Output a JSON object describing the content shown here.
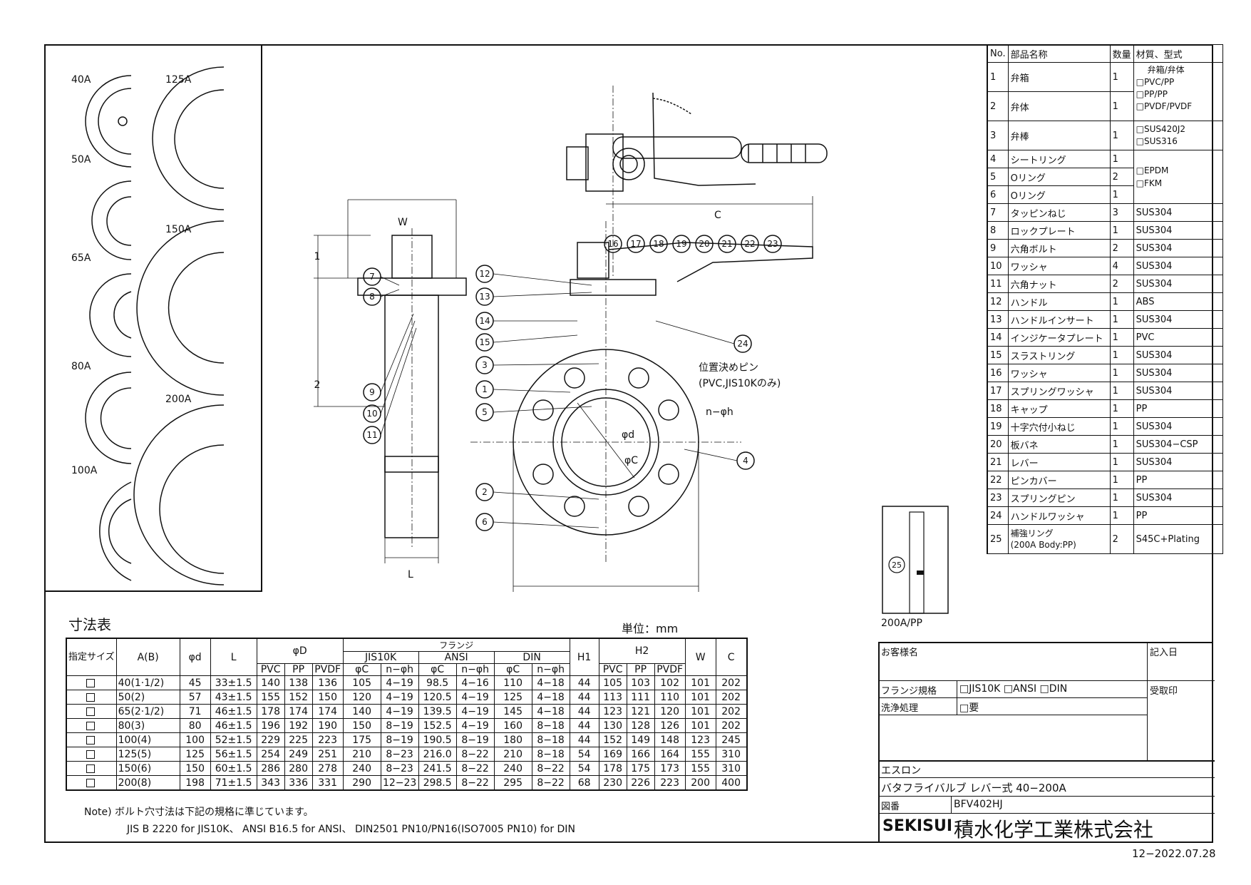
{
  "sizes_panel": [
    "40A",
    "50A",
    "65A",
    "80A",
    "100A",
    "125A",
    "150A",
    "200A"
  ],
  "main_labels": {
    "w": "W",
    "c": "C",
    "h1": "H1",
    "h2": "H2",
    "l": "L",
    "phi_d_big": "φD",
    "phi_d": "φd",
    "phi_c": "φC",
    "n_h": "n−φh",
    "pin_note": "位置決めピン",
    "pin_note2": "(PVC,JIS10Kのみ)",
    "detail_caption": "200A/PP"
  },
  "balloons": [
    "1",
    "2",
    "3",
    "4",
    "5",
    "6",
    "7",
    "8",
    "9",
    "10",
    "11",
    "12",
    "13",
    "14",
    "15",
    "16",
    "17",
    "18",
    "19",
    "20",
    "21",
    "22",
    "23",
    "24",
    "25"
  ],
  "parts_table": {
    "headers": [
      "No.",
      "部品名称",
      "数量",
      "材質、型式"
    ],
    "rows": [
      [
        "1",
        "弁箱",
        "1",
        ""
      ],
      [
        "2",
        "弁体",
        "1",
        ""
      ],
      [
        "3",
        "弁棒",
        "1",
        ""
      ],
      [
        "4",
        "シートリング",
        "1",
        ""
      ],
      [
        "5",
        "Oリング",
        "2",
        ""
      ],
      [
        "6",
        "Oリング",
        "1",
        ""
      ],
      [
        "7",
        "タッピンねじ",
        "3",
        "SUS304"
      ],
      [
        "8",
        "ロックプレート",
        "1",
        "SUS304"
      ],
      [
        "9",
        "六角ボルト",
        "2",
        "SUS304"
      ],
      [
        "10",
        "ワッシャ",
        "4",
        "SUS304"
      ],
      [
        "11",
        "六角ナット",
        "2",
        "SUS304"
      ],
      [
        "12",
        "ハンドル",
        "1",
        "ABS"
      ],
      [
        "13",
        "ハンドルインサート",
        "1",
        "SUS304"
      ],
      [
        "14",
        "インジケータプレート",
        "1",
        "PVC"
      ],
      [
        "15",
        "スラストリング",
        "1",
        "SUS304"
      ],
      [
        "16",
        "ワッシャ",
        "1",
        "SUS304"
      ],
      [
        "17",
        "スプリングワッシャ",
        "1",
        "SUS304"
      ],
      [
        "18",
        "キャップ",
        "1",
        "PP"
      ],
      [
        "19",
        "十字穴付小ねじ",
        "1",
        "SUS304"
      ],
      [
        "20",
        "板バネ",
        "1",
        "SUS304−CSP"
      ],
      [
        "21",
        "レバー",
        "1",
        "SUS304"
      ],
      [
        "22",
        "ピンカバー",
        "1",
        "PP"
      ],
      [
        "23",
        "スプリングピン",
        "1",
        "SUS304"
      ],
      [
        "24",
        "ハンドルワッシャ",
        "1",
        "PP"
      ],
      [
        "25",
        "補強リング",
        "2",
        "S45C+Plating"
      ]
    ],
    "row25_sub": "(200A Body:PP)",
    "mat_body_head": "弁箱/弁体",
    "mat_body": [
      "□PVC/PP",
      "□PP/PP",
      "□PVDF/PVDF"
    ],
    "mat_stem": [
      "□SUS420J2",
      "□SUS316"
    ],
    "mat_seal": [
      "□EPDM",
      "□FKM"
    ]
  },
  "dim_table": {
    "title": "寸法表",
    "unit": "単位：mm",
    "head_size": "指定サイズ",
    "head_a": "A(B)",
    "head_d": "φd",
    "head_l": "L",
    "head_D": "φD",
    "head_flange": "フランジ",
    "head_jis": "JIS10K",
    "head_ansi": "ANSI",
    "head_din": "DIN",
    "head_h1": "H1",
    "head_h2": "H2",
    "head_w": "W",
    "head_c": "C",
    "sub_mat": [
      "PVC",
      "PP",
      "PVDF"
    ],
    "sub_fl": [
      "φC",
      "n−φh"
    ],
    "rows": [
      [
        "40(1·1/2)",
        "45",
        "33±1.5",
        "140",
        "138",
        "136",
        "105",
        "4−19",
        "98.5",
        "4−16",
        "110",
        "4−18",
        "44",
        "105",
        "103",
        "102",
        "101",
        "202"
      ],
      [
        "50(2)",
        "57",
        "43±1.5",
        "155",
        "152",
        "150",
        "120",
        "4−19",
        "120.5",
        "4−19",
        "125",
        "4−18",
        "44",
        "113",
        "111",
        "110",
        "101",
        "202"
      ],
      [
        "65(2·1/2)",
        "71",
        "46±1.5",
        "178",
        "174",
        "174",
        "140",
        "4−19",
        "139.5",
        "4−19",
        "145",
        "4−18",
        "44",
        "123",
        "121",
        "120",
        "101",
        "202"
      ],
      [
        "80(3)",
        "80",
        "46±1.5",
        "196",
        "192",
        "190",
        "150",
        "8−19",
        "152.5",
        "4−19",
        "160",
        "8−18",
        "44",
        "130",
        "128",
        "126",
        "101",
        "202"
      ],
      [
        "100(4)",
        "100",
        "52±1.5",
        "229",
        "225",
        "223",
        "175",
        "8−19",
        "190.5",
        "8−19",
        "180",
        "8−18",
        "44",
        "152",
        "149",
        "148",
        "123",
        "245"
      ],
      [
        "125(5)",
        "125",
        "56±1.5",
        "254",
        "249",
        "251",
        "210",
        "8−23",
        "216.0",
        "8−22",
        "210",
        "8−18",
        "54",
        "169",
        "166",
        "164",
        "155",
        "310"
      ],
      [
        "150(6)",
        "150",
        "60±1.5",
        "286",
        "280",
        "278",
        "240",
        "8−23",
        "241.5",
        "8−22",
        "240",
        "8−22",
        "54",
        "178",
        "175",
        "173",
        "155",
        "310"
      ],
      [
        "200(8)",
        "198",
        "71±1.5",
        "343",
        "336",
        "331",
        "290",
        "12−23",
        "298.5",
        "8−22",
        "295",
        "8−22",
        "68",
        "230",
        "226",
        "223",
        "200",
        "400"
      ]
    ],
    "note1": "Note) ボルト穴寸法は下記の規格に準じています。",
    "note2": "JIS B 2220 for JIS10K、 ANSI B16.5 for ANSI、 DIN2501 PN10/PN16(ISO7005 PN10)  for DIN"
  },
  "title_block": {
    "customer": "お客様名",
    "entry_date": "記入日",
    "flange_std": "フランジ規格",
    "flange_opts": "□JIS10K  □ANSI  □DIN",
    "received": "受取印",
    "cleaning": "洗浄処理",
    "cleaning_opt": "□要",
    "brand": "エスロン",
    "product": "バタフライバルブ レバー式 40−200A",
    "drawing_no_label": "図番",
    "drawing_no": "BFV402HJ",
    "company_latin": "SEKISUI",
    "company": "積水化学工業株式会社"
  },
  "revision": "12−2022.07.28"
}
